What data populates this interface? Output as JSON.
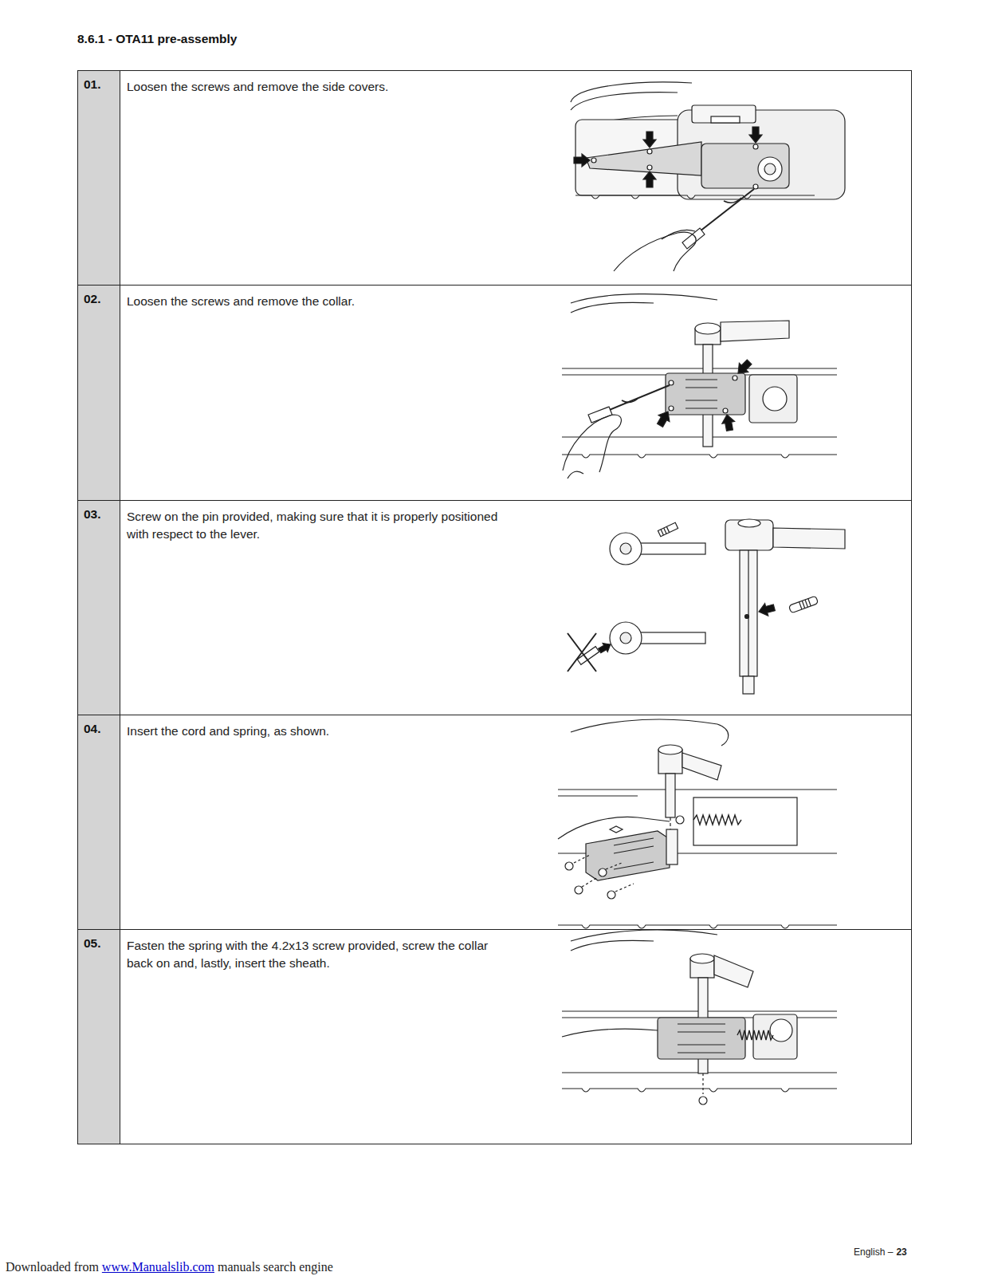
{
  "diagram": {
    "title": "8.6.1 - OTA11 pre-assembly",
    "nodes": [
      {
        "text": [
          "01.",
          "Loosen the screws and remove the side covers."
        ]
      },
      {
        "text": [
          "02.",
          "Loosen the screws and remove the collar."
        ]
      },
      {
        "text": [
          "03.",
          "Screw on the pin provided, making sure that it is properly positioned with respect to the lever."
        ]
      },
      {
        "text": [
          "04.",
          "Insert the cord and spring, as shown."
        ]
      },
      {
        "text": [
          "05.",
          "Fasten the spring with the 4.2x13 screw provided, screw the collar back on and, lastly, insert the sheath."
        ]
      }
    ],
    "labels": [
      "English –",
      "23",
      "Downloaded from",
      "www.Manualslib.com",
      "manuals search engine"
    ]
  }
}
